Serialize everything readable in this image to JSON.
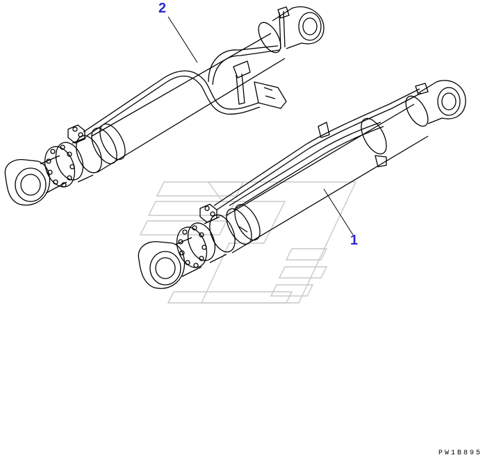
{
  "diagram": {
    "callouts": [
      {
        "id": "2",
        "label": "2"
      },
      {
        "id": "1",
        "label": "1"
      }
    ],
    "drawing_code": "PW1B895",
    "colors": {
      "line": "#000000",
      "callout": "#2a2acc",
      "watermark": "#c8c8c8",
      "background": "#ffffff"
    }
  }
}
